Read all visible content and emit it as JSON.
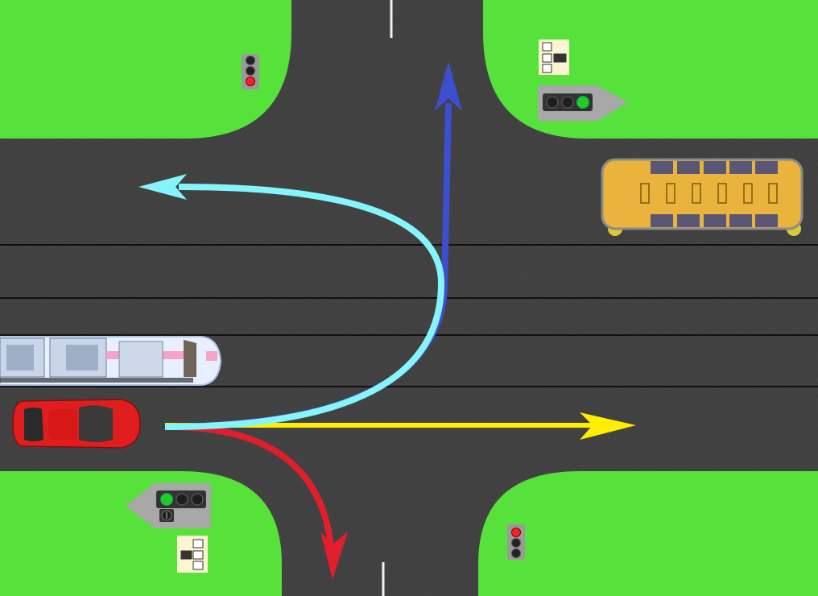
{
  "scene": {
    "colors": {
      "grass": "#56e23a",
      "asphalt": "#3b3b3b",
      "lane_line": "#101010",
      "center_line": "#f2f2f2",
      "arrow_red": "#e01e2c",
      "arrow_yellow": "#ffee00",
      "arrow_cyan": "#86f4fb",
      "arrow_blue": "#3d4ed0",
      "light_red": "#ff2020",
      "light_green": "#22cc22",
      "bus_body": "#e9b33c"
    },
    "vehicles": [
      {
        "id": "car",
        "type": "passenger-car",
        "color": "#e01e1e",
        "heading": "east"
      },
      {
        "id": "tram",
        "type": "tram",
        "color": "#e8f0ff",
        "heading": "east"
      },
      {
        "id": "bus",
        "type": "school-bus",
        "color": "#e9b33c",
        "heading": "east"
      }
    ],
    "maneuvers": [
      {
        "id": "straight",
        "arrow_color": "yellow"
      },
      {
        "id": "right-turn",
        "arrow_color": "red"
      },
      {
        "id": "left-turn",
        "arrow_color": "blue"
      },
      {
        "id": "u-turn",
        "arrow_color": "cyan"
      }
    ],
    "traffic_lights": [
      {
        "id": "tl-top-left",
        "type": "vertical-3",
        "active": "red"
      },
      {
        "id": "tl-bottom-right",
        "type": "vertical-3",
        "active": "red"
      },
      {
        "id": "tl-top-right",
        "type": "horizontal-with-arrow-section",
        "active": "green",
        "arrow_direction": "east"
      },
      {
        "id": "tl-bottom-left",
        "type": "horizontal-with-arrow-section",
        "active": "green",
        "arrow_direction": "west"
      }
    ],
    "tram_signals": [
      {
        "id": "tram-signal-top-right"
      },
      {
        "id": "tram-signal-bottom-left"
      }
    ]
  }
}
